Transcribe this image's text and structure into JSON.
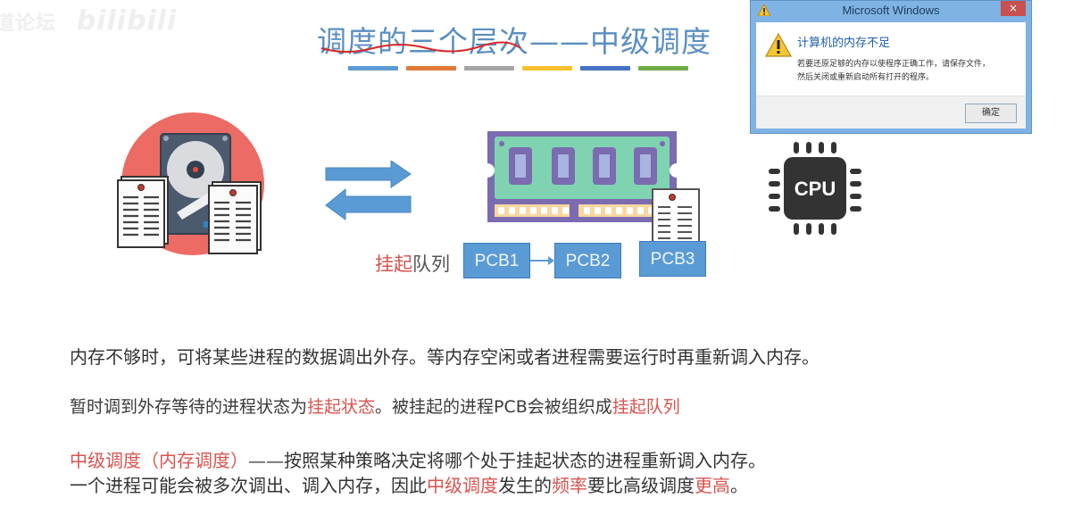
{
  "watermark": {
    "text": "道论坛",
    "logo": "bilibili"
  },
  "slide": {
    "title": "调度的三个层次——中级调度",
    "title_underline_color": "#d42a2a",
    "color_bars": [
      "#5b9bd5",
      "#e07b39",
      "#a5a5a5",
      "#f5c12e",
      "#4472c4",
      "#70ad47"
    ],
    "icons": {
      "disk": "hard-disk-with-documents-icon",
      "swap": "swap-arrows-icon",
      "memory": "ram-module-icon",
      "cpu_label": "CPU"
    },
    "queue": {
      "label_red": "挂起",
      "label_grey": "队列",
      "pcbs": [
        "PCB1",
        "PCB2",
        "PCB3"
      ]
    },
    "paragraphs": {
      "p1": "内存不够时，可将某些进程的数据调出外存。等内存空闲或者进程需要运行时再重新调入内存。",
      "p2": [
        {
          "text": "暂时调到外存等待的进程状态为",
          "red": false
        },
        {
          "text": "挂起状态",
          "red": true
        },
        {
          "text": "。被挂起的进程PCB会被组织成",
          "red": false
        },
        {
          "text": "挂起队列",
          "red": true
        }
      ],
      "p3": [
        {
          "text": "中级调度（内存调度）",
          "red": true
        },
        {
          "text": "——按照某种策略决定将哪个处于挂起状态的进程重新调入内存。",
          "red": false
        }
      ],
      "p4": [
        {
          "text": "一个进程可能会被多次调出、调入内存，因此",
          "red": false
        },
        {
          "text": "中级调度",
          "red": true
        },
        {
          "text": "发生的",
          "red": false
        },
        {
          "text": "频率",
          "red": true
        },
        {
          "text": "要比高级调度",
          "red": false
        },
        {
          "text": "更高",
          "red": true
        },
        {
          "text": "。",
          "red": false
        }
      ]
    }
  },
  "dialog": {
    "window_title": "Microsoft Windows",
    "close_label": "×",
    "heading": "计算机的内存不足",
    "message_line1": "若要还原足够的内存以使程序正确工作，请保存文件，",
    "message_line2": "然后关闭或重新启动所有打开的程序。",
    "ok_label": "确定"
  }
}
